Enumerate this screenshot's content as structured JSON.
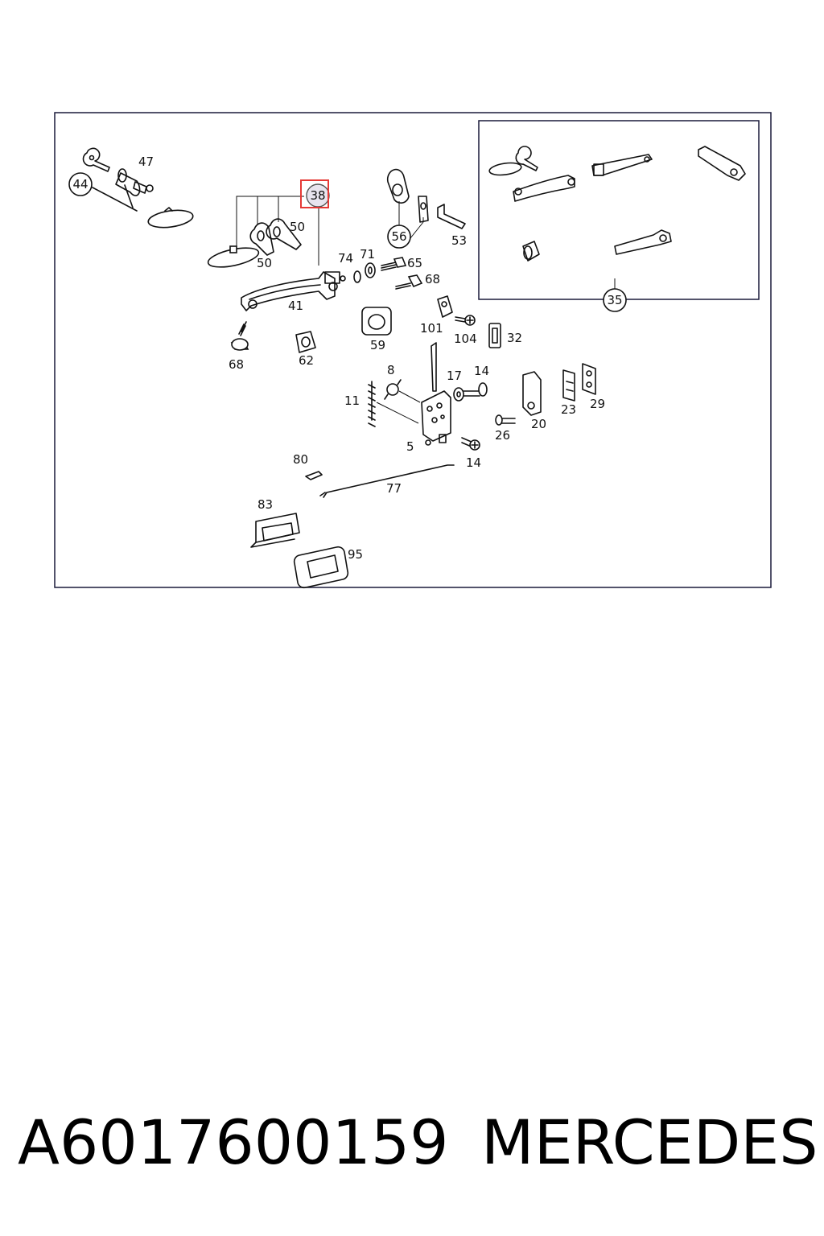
{
  "callouts_circled": [
    "44",
    "38",
    "56",
    "35"
  ],
  "labels": [
    "47",
    "50",
    "50",
    "74",
    "71",
    "65",
    "68",
    "41",
    "68",
    "62",
    "59",
    "101",
    "104",
    "32",
    "53",
    "8",
    "17",
    "14",
    "11",
    "5",
    "14",
    "26",
    "20",
    "23",
    "29",
    "80",
    "77",
    "83",
    "95"
  ],
  "highlight_color": "#e53935",
  "footer": {
    "part_number": "A6017600159",
    "brand": "MERCEDES"
  }
}
